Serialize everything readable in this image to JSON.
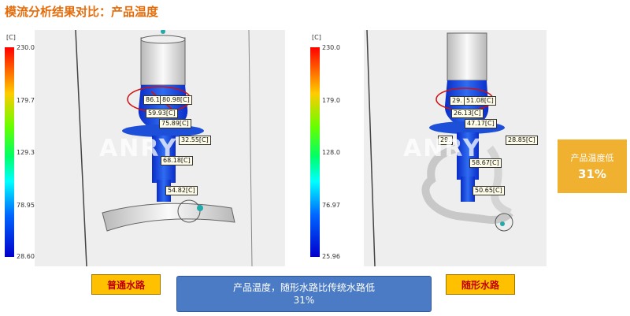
{
  "title": "模流分析结果对比：产品温度",
  "left_view": {
    "unit": "[C]",
    "scale_ticks": [
      "230.0",
      "179.7",
      "129.3",
      "78.95",
      "28.60"
    ],
    "tags": [
      "86.1",
      "80.98[C]",
      "59.93[C]",
      "75.89[C]",
      "32.55[C]",
      "68.18[C]",
      "54.82[C]"
    ],
    "label": "普通水路"
  },
  "right_view": {
    "unit": "[C]",
    "scale_ticks": [
      "230.0",
      "179.0",
      "128.0",
      "76.97",
      "25.96"
    ],
    "tags": [
      "29.",
      "51.08[C]",
      "26.13[C]",
      "47.17[C]",
      "29.",
      "28.85[C]",
      "58.67[C]",
      "50.65[C]"
    ],
    "label": "随形水路"
  },
  "watermark": "ANRY",
  "summary": {
    "line1": "产品温度，随形水路比传统水路低",
    "line2": "31%"
  },
  "stat": {
    "label": "产品温度低",
    "value": "31%"
  },
  "colors": {
    "title": "#e46c0a",
    "label_bg": "#ffc000",
    "label_text": "#c00000",
    "summary_bg": "#4a7bc4",
    "stat_bg": "#f0b030"
  }
}
